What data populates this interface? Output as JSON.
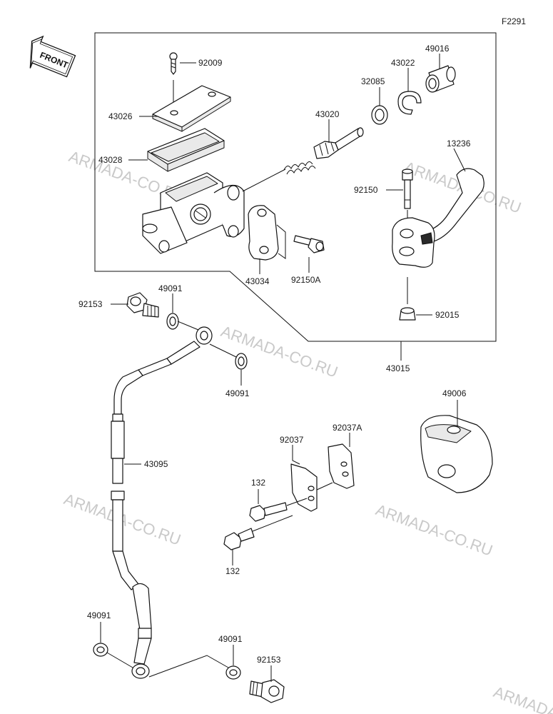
{
  "diagram_id": "F2291",
  "front_label": "FRONT",
  "watermark": "ARMADA-CO.RU",
  "parts": {
    "p92009": "92009",
    "p43026": "43026",
    "p43028": "43028",
    "p43020": "43020",
    "p32085": "32085",
    "p43022": "43022",
    "p49016": "49016",
    "p13236": "13236",
    "p92150": "92150",
    "p92015": "92015",
    "p43034": "43034",
    "p92150A": "92150A",
    "p43015": "43015",
    "p92153a": "92153",
    "p49091a": "49091",
    "p49091b": "49091",
    "p43095": "43095",
    "p49006": "49006",
    "p92037": "92037",
    "p92037A": "92037A",
    "p132a": "132",
    "p132b": "132",
    "p49091c": "49091",
    "p49091d": "49091",
    "p92153b": "92153"
  }
}
